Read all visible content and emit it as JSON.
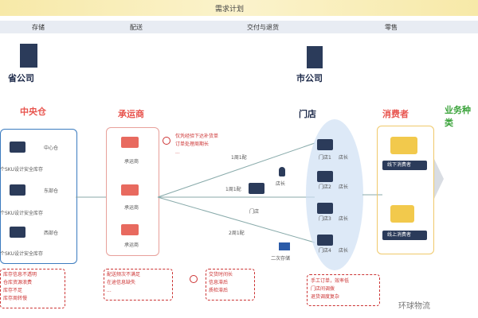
{
  "header": {
    "title": "需求计划"
  },
  "stages": [
    "存储",
    "配送",
    "交付与退货",
    "零售"
  ],
  "nodes": {
    "province": "省公司",
    "city": "市公司",
    "central_warehouse": "中央仓",
    "carrier": "承运商",
    "store": "门店",
    "consumer": "消费者",
    "business": "业务种类"
  },
  "central": {
    "items": [
      "中心仓",
      "东部仓",
      "西部仓"
    ],
    "descs": [
      "个SKU设计安全库存",
      "个SKU设计安全库存",
      "个SKU设计安全库存"
    ],
    "notes": [
      "库存信息不透明",
      "仓库资源浪费",
      "库存不足",
      "库存周转慢"
    ]
  },
  "carriers": {
    "items": [
      "承运商",
      "承运商",
      "承运商"
    ],
    "notes": [
      "配送频次不满足",
      "在途信息缺失",
      "..."
    ]
  },
  "carrier_top_notes": [
    "仅凭经验下达补货单",
    "订单处理周期长",
    "..."
  ],
  "store_flow": {
    "labels": [
      "1周1配",
      "1周1配",
      "2周1配"
    ],
    "store_label": "门店",
    "manager": "店长",
    "transfer": "二次存储",
    "notes": [
      "交货时间长",
      "信息滞后",
      "质检滞后"
    ]
  },
  "stores": [
    "门店1",
    "门店2",
    "门店3",
    "门店4"
  ],
  "store_role": "店长",
  "consumer_channels": [
    "线下消费者",
    "线上消费者"
  ],
  "store_notes": [
    "手工订单，效率低",
    "门店间调拨",
    "退货调度复杂"
  ],
  "watermark": "环球物流"
}
